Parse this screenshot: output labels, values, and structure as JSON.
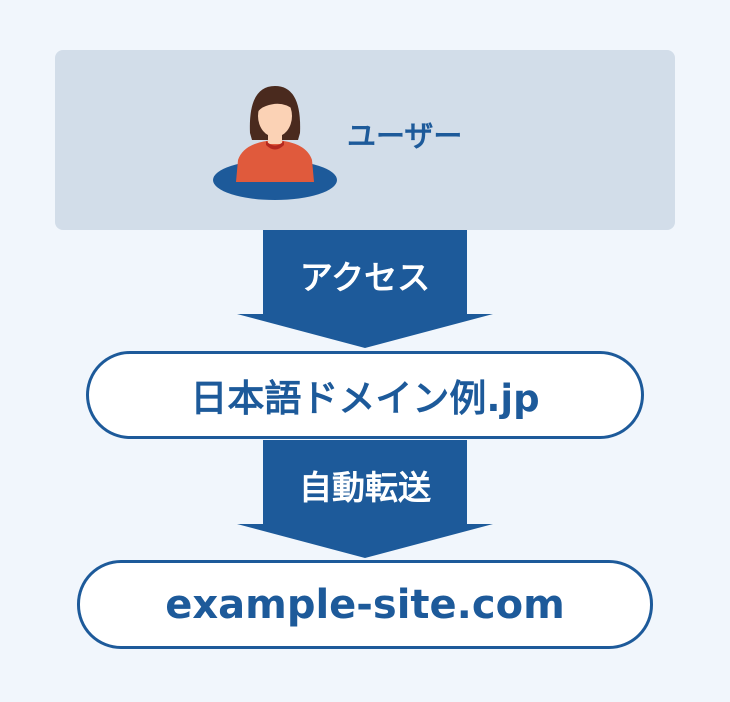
{
  "user": {
    "label": "ユーザー",
    "icon": "person-icon"
  },
  "steps": [
    {
      "label": "アクセス"
    },
    {
      "label": "自動転送"
    }
  ],
  "nodes": {
    "source_domain": "日本語ドメイン例.jp",
    "target_domain": "example-site.com"
  },
  "colors": {
    "background": "#f1f6fc",
    "panel": "#d2dde9",
    "primary": "#1d5a9a",
    "shirt": "#e05a3c",
    "hair": "#4a2a1e",
    "skin": "#fbd2b5"
  }
}
